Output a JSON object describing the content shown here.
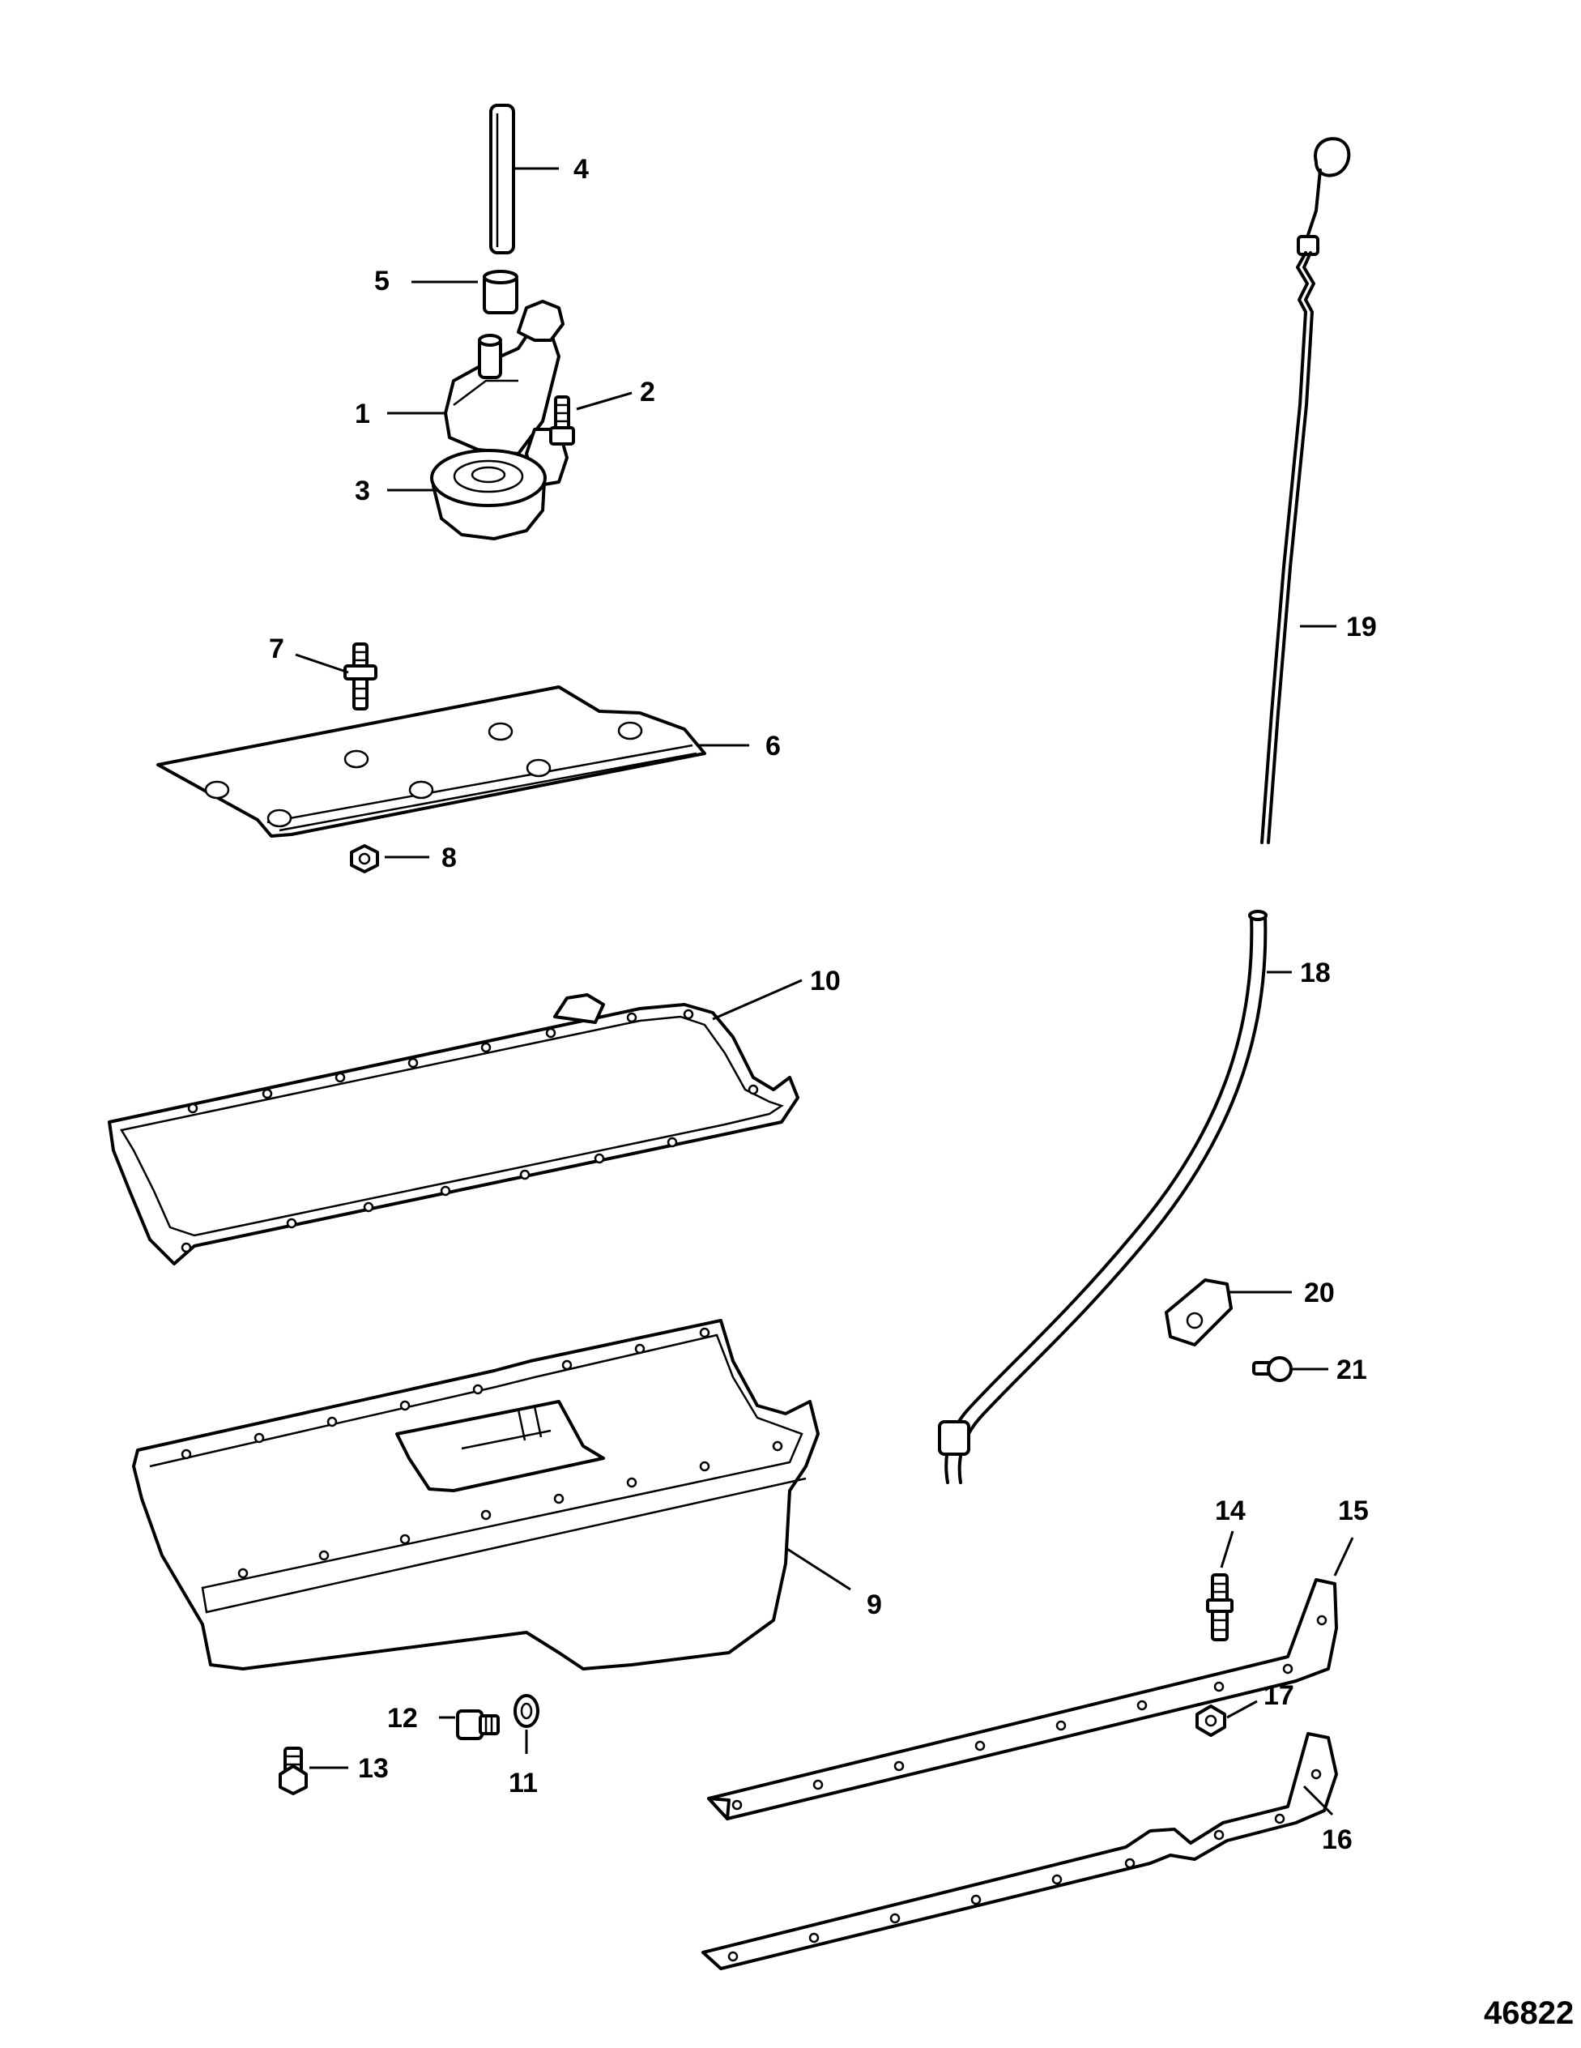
{
  "figure_number": "46822",
  "callouts": {
    "c1": "1",
    "c2": "2",
    "c3": "3",
    "c4": "4",
    "c5": "5",
    "c6": "6",
    "c7": "7",
    "c8": "8",
    "c9": "9",
    "c10": "10",
    "c11": "11",
    "c12": "12",
    "c13": "13",
    "c14": "14",
    "c15": "15",
    "c16": "16",
    "c17": "17",
    "c18": "18",
    "c19": "19",
    "c20": "20",
    "c21": "21"
  }
}
